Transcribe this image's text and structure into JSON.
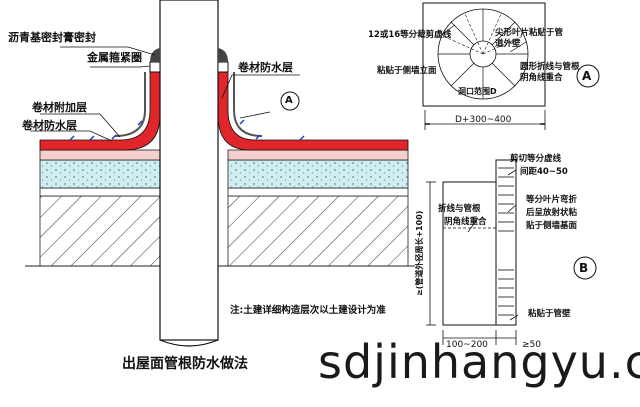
{
  "left_detail": {
    "labels": {
      "asphalt_sealant": "沥青基密封膏密封",
      "metal_hoop": "金属箍紧圈",
      "membrane_top_right": "卷材防水层",
      "membrane_additional": "卷材附加层",
      "membrane_left": "卷材防水层",
      "marker_a": "A",
      "note": "注:土建详细构造层次以土建设计为准"
    }
  },
  "detail_a": {
    "marker": "A",
    "labels": {
      "divisions": "12或16等分裁剪虚线",
      "tips_attach": "尖形叶片粘贴于管道外壁",
      "side_wall": "粘贴于侧墙立面",
      "fold_line": "圆形折线与管根阴角线重合",
      "hole_dia": "洞口范围D",
      "width_dim": "D+300~400"
    }
  },
  "detail_b": {
    "marker": "B",
    "labels": {
      "cut_lines": "剪切等分虚线",
      "spacing": "间距40~50",
      "leaf_fold": "等分叶片弯折后呈放射状粘贴于侧墙基面",
      "leaf_fold_l1": "等分叶片弯折",
      "leaf_fold_l2": "后呈放射状粘",
      "leaf_fold_l3": "贴于侧墙基面",
      "fold_coincide_l1": "折线与管根",
      "fold_coincide_l2": "阴角线重合",
      "vertical_dim": "≥(管道外径周长+100)",
      "attach_pipe": "粘贴于管壁",
      "dim_bottom_left": "100~200",
      "dim_bottom_right": "≥50"
    }
  },
  "title": "出屋面管根防水做法",
  "watermark": "sdjinhangyu.c",
  "colors": {
    "membrane_red": "#e0262a",
    "insulation_cyan": "#cdeef2",
    "line_blue": "#1f3fbf",
    "line_dark": "#111111"
  }
}
